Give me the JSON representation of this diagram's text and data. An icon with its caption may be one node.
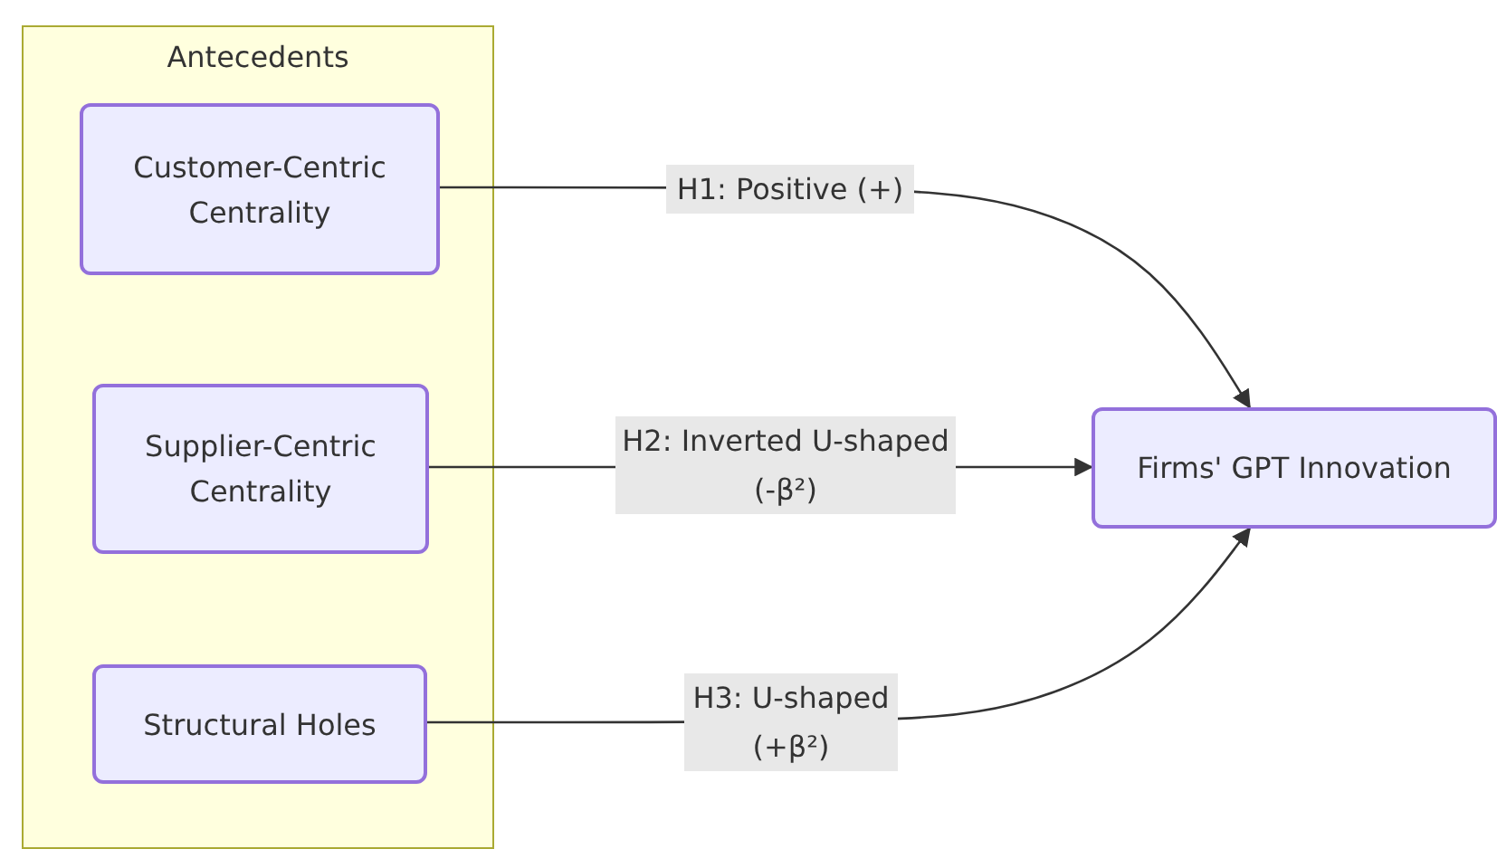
{
  "diagram": {
    "nodes": [
      {
        "text": [
          "Antecedents"
        ]
      },
      {
        "text": [
          "Customer-Centric Centrality"
        ],
        "in": 0
      },
      {
        "text": [
          "Supplier-Centric Centrality"
        ],
        "in": 0
      },
      {
        "text": [
          "Structural Holes"
        ],
        "in": 0
      },
      {
        "text": [
          "Firms' GPT Innovation"
        ]
      }
    ],
    "edges": [
      {
        "from": 1,
        "to": 4,
        "arrow": "to",
        "label": "H1: Positive (+)"
      },
      {
        "from": 2,
        "to": 4,
        "arrow": "to",
        "label": "H2: Inverted U-shaped (-β²)"
      },
      {
        "from": 3,
        "to": 4,
        "arrow": "to",
        "label": "H3: U-shaped (+β²)"
      }
    ]
  }
}
